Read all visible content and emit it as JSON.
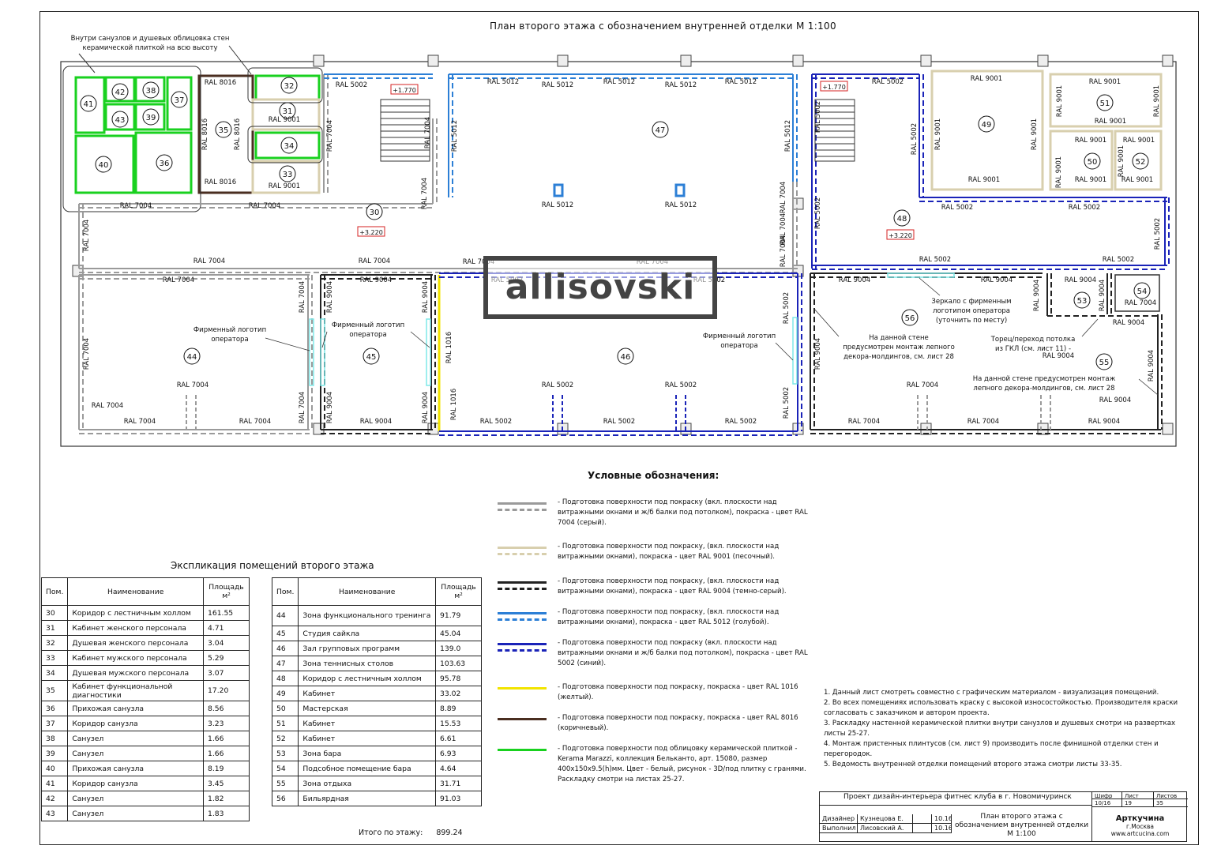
{
  "title": "План второго этажа с обозначением внутренней отделки М 1:100",
  "note_tile_walls": [
    "Внутри санузлов и душевых облицовка стен",
    "керамической плиткой на всю высоту"
  ],
  "watermark": "allisovski",
  "colors": {
    "ral7004": "#9a9a9a",
    "ral9001": "#d8cfae",
    "ral9004": "#222222",
    "ral5012": "#2c7fd6",
    "ral5002": "#1a23b8",
    "ral1016": "#f2e400",
    "ral8016": "#4a2e20",
    "tile": "#19d11f",
    "tilewater": "#7ee8e8",
    "mark": "#d42020"
  },
  "plan": {
    "rooms": [
      {
        "id": "30",
        "text": "30"
      },
      {
        "id": "31",
        "text": "31"
      },
      {
        "id": "32",
        "text": "32"
      },
      {
        "id": "33",
        "text": "33"
      },
      {
        "id": "34",
        "text": "34"
      },
      {
        "id": "35",
        "text": "35"
      },
      {
        "id": "36",
        "text": "36"
      },
      {
        "id": "37",
        "text": "37"
      },
      {
        "id": "38",
        "text": "38"
      },
      {
        "id": "39",
        "text": "39"
      },
      {
        "id": "40",
        "text": "40"
      },
      {
        "id": "41",
        "text": "41"
      },
      {
        "id": "42",
        "text": "42"
      },
      {
        "id": "43",
        "text": "43"
      },
      {
        "id": "44",
        "text": "44"
      },
      {
        "id": "45",
        "text": "45"
      },
      {
        "id": "46",
        "text": "46"
      },
      {
        "id": "47",
        "text": "47"
      },
      {
        "id": "48",
        "text": "48"
      },
      {
        "id": "49",
        "text": "49"
      },
      {
        "id": "50",
        "text": "50"
      },
      {
        "id": "51",
        "text": "51"
      },
      {
        "id": "52",
        "text": "52"
      },
      {
        "id": "53",
        "text": "53"
      },
      {
        "id": "54",
        "text": "54"
      },
      {
        "id": "55",
        "text": "55"
      },
      {
        "id": "56",
        "text": "56"
      }
    ],
    "levels": [
      "+1.770",
      "+3.220"
    ],
    "ral": {
      "r7004": "RAL 7004",
      "r9001": "RAL 9001",
      "r9004": "RAL 9004",
      "r5012": "RAL 5012",
      "r5002": "RAL 5002",
      "r1016": "RAL 1016",
      "r8016": "RAL 8016"
    },
    "callouts": {
      "logo1": [
        "Фирменный логотип",
        "оператора"
      ],
      "logo2": [
        "Фирменный логотип",
        "оператора"
      ],
      "logo3": [
        "Фирменный логотип",
        "оператора"
      ],
      "mirror": [
        "Зеркало с фирменным",
        "логотипом оператора",
        "(уточнить по месту)"
      ],
      "molding1": [
        "На данной стене",
        "предусмотрен монтаж лепного",
        "декора-молдингов, см. лист 28"
      ],
      "ceiling": [
        "Торец/переход потолка",
        "из ГКЛ (см. лист 11) -"
      ],
      "molding2": [
        "На данной стене предусмотрен монтаж",
        "лепного декора-молдингов, см. лист 28"
      ]
    }
  },
  "legend": {
    "title": "Условные обозначения:",
    "items": [
      {
        "color_key": "ral7004",
        "text": "- Подготовка поверхности под покраску (вкл. плоскости над витражными окнами и ж/б балки под потолком), покраска - цвет RAL 7004 (серый)."
      },
      {
        "color_key": "ral9001",
        "text": "- Подготовка поверхности под покраску, (вкл. плоскости над витражными окнами), покраска - цвет RAL 9001 (песочный)."
      },
      {
        "color_key": "ral9004",
        "text": "- Подготовка поверхности под покраску, (вкл. плоскости над витражными окнами), покраска - цвет RAL 9004 (темно-серый)."
      },
      {
        "color_key": "ral5012",
        "text": "- Подготовка поверхности под покраску, (вкл. плоскости над витражными окнами), покраска - цвет RAL 5012 (голубой)."
      },
      {
        "color_key": "ral5002",
        "text": "- Подготовка поверхности под покраску (вкл. плоскости над витражными окнами и ж/б балки под потолком), покраска - цвет RAL 5002 (синий)."
      },
      {
        "color_key": "ral1016",
        "text": "- Подготовка поверхности под покраску, покраска - цвет RAL 1016 (желтый)."
      },
      {
        "color_key": "ral8016",
        "text": "- Подготовка поверхности под покраску, покраска - цвет RAL 8016 (коричневый)."
      },
      {
        "color_key": "tile",
        "text": "- Подготовка поверхности под облицовку керамической плиткой - Kerama Marazzi, коллекция Бельканто, арт. 15080, размер 400x150x9.5(h)мм. Цвет - белый, рисунок - 3D/под плитку с гранями. Раскладку смотри на листах 25-27."
      }
    ]
  },
  "explication": {
    "title": "Экспликация помещений второго этажа",
    "headers": {
      "num": "Пом.",
      "name": "Наименование",
      "area": "Площадь м²"
    },
    "left": [
      {
        "n": "30",
        "name": "Коридор с лестничным холлом",
        "a": "161.55"
      },
      {
        "n": "31",
        "name": "Кабинет женского персонала",
        "a": "4.71"
      },
      {
        "n": "32",
        "name": "Душевая женского персонала",
        "a": "3.04"
      },
      {
        "n": "33",
        "name": "Кабинет мужского персонала",
        "a": "5.29"
      },
      {
        "n": "34",
        "name": "Душевая мужского персонала",
        "a": "3.07"
      },
      {
        "n": "35",
        "name": "Кабинет функциональной диагностики",
        "a": "17.20"
      },
      {
        "n": "36",
        "name": "Прихожая санузла",
        "a": "8.56"
      },
      {
        "n": "37",
        "name": "Коридор санузла",
        "a": "3.23"
      },
      {
        "n": "38",
        "name": "Санузел",
        "a": "1.66"
      },
      {
        "n": "39",
        "name": "Санузел",
        "a": "1.66"
      },
      {
        "n": "40",
        "name": "Прихожая санузла",
        "a": "8.19"
      },
      {
        "n": "41",
        "name": "Коридор санузла",
        "a": "3.45"
      },
      {
        "n": "42",
        "name": "Санузел",
        "a": "1.82"
      },
      {
        "n": "43",
        "name": "Санузел",
        "a": "1.83"
      }
    ],
    "right": [
      {
        "n": "44",
        "name": "Зона функционального тренинга",
        "a": "91.79"
      },
      {
        "n": "45",
        "name": "Студия сайкла",
        "a": "45.04"
      },
      {
        "n": "46",
        "name": "Зал групповых программ",
        "a": "139.0"
      },
      {
        "n": "47",
        "name": "Зона теннисных столов",
        "a": "103.63"
      },
      {
        "n": "48",
        "name": "Коридор с лестничным холлом",
        "a": "95.78"
      },
      {
        "n": "49",
        "name": "Кабинет",
        "a": "33.02"
      },
      {
        "n": "50",
        "name": "Мастерская",
        "a": "8.89"
      },
      {
        "n": "51",
        "name": "Кабинет",
        "a": "15.53"
      },
      {
        "n": "52",
        "name": "Кабинет",
        "a": "6.61"
      },
      {
        "n": "53",
        "name": "Зона бара",
        "a": "6.93"
      },
      {
        "n": "54",
        "name": "Подсобное помещение бара",
        "a": "4.64"
      },
      {
        "n": "55",
        "name": "Зона отдыха",
        "a": "31.71"
      },
      {
        "n": "56",
        "name": "Бильярдная",
        "a": "91.03"
      }
    ],
    "total_label": "Итого по этажу:",
    "total_value": "899.24"
  },
  "notes": [
    "1. Данный лист смотреть совместно с графическим материалом - визуализация помещений.",
    "2. Во всех помещениях использовать краску с высокой износостойкостью. Производителя краски согласовать с заказчиком и автором проекта.",
    "3. Раскладку настенной керамической плитки внутри санузлов и душевых смотри на развертках листы 25-27.",
    "4. Монтаж пристенных плинтусов (см. лист 9) производить после финишной отделки стен и перегородок.",
    "5. Ведомость внутренней отделки помещений второго этажа смотри листы 33-35."
  ],
  "stamp": {
    "project": "Проект дизайн-интерьера фитнес клуба в г. Новомичуринск",
    "sheet_title": "План второго этажа с обозначением внутренней отделки М 1:100",
    "h_code": "Шифр",
    "h_sheet": "Лист",
    "h_sheets": "Листов",
    "code": "10/16",
    "sheet": "19",
    "sheets": "35",
    "role1": "Дизайнер",
    "name1": "Кузнецова Е.",
    "date1": "10.16",
    "role2": "Выполнил",
    "name2": "Лисовский А.",
    "date2": "10.16",
    "company": "Арткучина",
    "city": "г.Москва",
    "site": "www.artcucina.com"
  }
}
